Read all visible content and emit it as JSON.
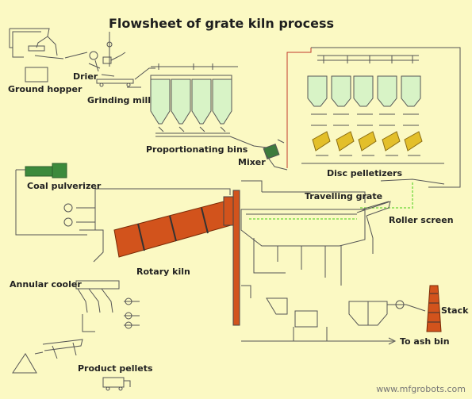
{
  "title": "Flowsheet of grate kiln process",
  "credit": "www.mfgrobots.com",
  "labels": {
    "ground_hopper": "Ground hopper",
    "drier": "Drier",
    "grinding_mill": "Grinding mill",
    "proportionating_bins": "Proportionating bins",
    "mixer": "Mixer",
    "disc_pelletizers": "Disc pelletizers",
    "coal_pulverizer": "Coal pulverizer",
    "travelling_grate": "Travelling grate",
    "roller_screen": "Roller screen",
    "rotary_kiln": "Rotary kiln",
    "annular_cooler": "Annular cooler",
    "stack": "Stack",
    "to_ash_bin": "To ash bin",
    "product_pellets": "Product pellets"
  },
  "colors": {
    "background": "#fbf9c3",
    "line": "#555555",
    "bin_fill": "#d8f3c6",
    "kiln": "#d2531c",
    "coal_pulverizer": "#3c8a3c",
    "pelletizer": "#e3bf2a",
    "green_pellets": "#9fe36a",
    "feed_line": "#c0392b"
  }
}
